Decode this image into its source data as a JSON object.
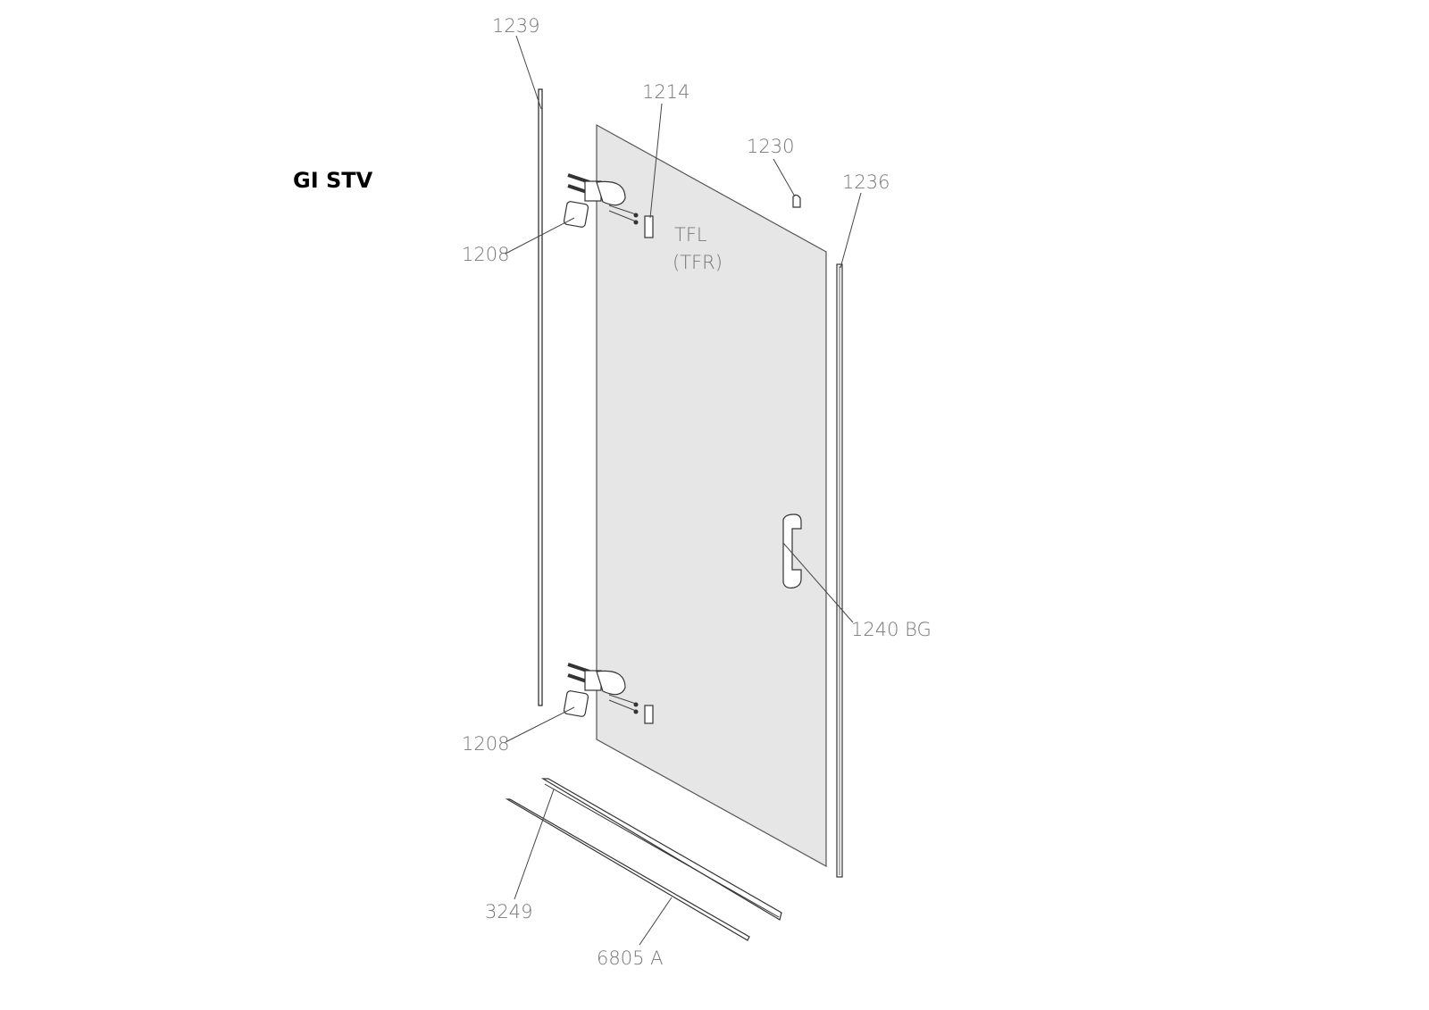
{
  "title": "GI STV",
  "panel": {
    "line1": "TFL",
    "line2": "(TFR)",
    "fill": "#e6e6e6"
  },
  "labels": {
    "strip_left": "1239",
    "seal_top": "1214",
    "clip": "1230",
    "strip_right": "1236",
    "cover_top": "1208",
    "cover_bottom": "1208",
    "handle": "1240 BG",
    "bottom_profile": "3249",
    "bottom_seal": "6805 A"
  }
}
